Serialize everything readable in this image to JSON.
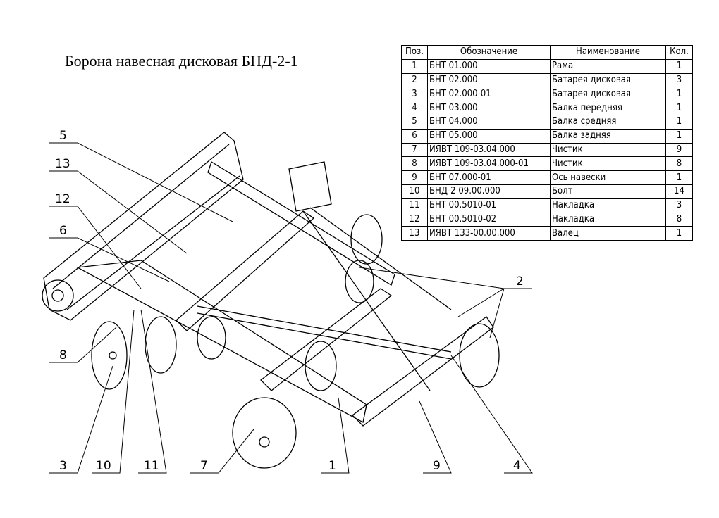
{
  "title": "Борона навесная дисковая БНД-2-1",
  "spec_table": {
    "headers": [
      "Поз.",
      "Обозначение",
      "Наименование",
      "Кол."
    ],
    "rows": [
      [
        "1",
        "БНТ 01.000",
        "Рама",
        "1"
      ],
      [
        "2",
        "БНТ 02.000",
        "Батарея дисковая",
        "3"
      ],
      [
        "3",
        "БНТ 02.000-01",
        "Батарея дисковая",
        "1"
      ],
      [
        "4",
        "БНТ 03.000",
        "Балка передняя",
        "1"
      ],
      [
        "5",
        "БНТ 04.000",
        "Балка средняя",
        "1"
      ],
      [
        "6",
        "БНТ 05.000",
        "Балка задняя",
        "1"
      ],
      [
        "7",
        "ИЯВТ 109-03.04.000",
        "Чистик",
        "9"
      ],
      [
        "8",
        "ИЯВТ 109-03.04.000-01",
        "Чистик",
        "8"
      ],
      [
        "9",
        "БНТ 07.000-01",
        "Ось навески",
        "1"
      ],
      [
        "10",
        "БНД-2 09.00.000",
        "Болт",
        "14"
      ],
      [
        "11",
        "БНТ 00.5010-01",
        "Накладка",
        "3"
      ],
      [
        "12",
        "БНТ 00.5010-02",
        "Накладка",
        "8"
      ],
      [
        "13",
        "ИЯВТ 133-00.00.000",
        "Валец",
        "1"
      ]
    ]
  },
  "callouts": {
    "p5": "5",
    "p13": "13",
    "p12": "12",
    "p6": "6",
    "p8": "8",
    "p3": "3",
    "p10": "10",
    "p11": "11",
    "p7": "7",
    "p1": "1",
    "p9": "9",
    "p4": "4",
    "p2": "2"
  }
}
